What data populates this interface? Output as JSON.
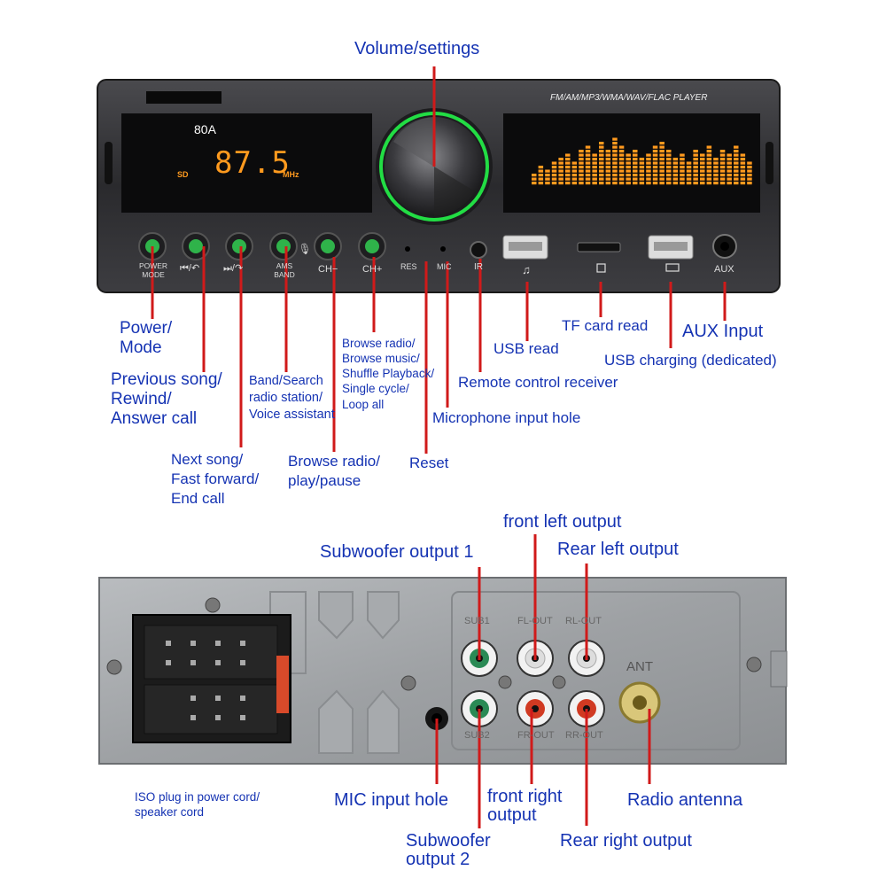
{
  "front": {
    "model": "80A",
    "display_freq": "87.5",
    "display_unit": "MHz",
    "display_source": "SD",
    "player_caption": "FM/AM/MP3/WMA/WAV/FLAC PLAYER",
    "buttons": [
      "POWER\nMODE",
      "⏮/",
      "⏭/",
      "AMS\nBAND",
      "CH−",
      "CH+"
    ],
    "btn_labels": {
      "power": "POWER",
      "mode": "MODE",
      "ams": "AMS",
      "band": "BAND",
      "chm": "CH−",
      "chp": "CH+",
      "res": "RES",
      "mic": "MIC",
      "ir": "IR",
      "aux": "AUX"
    },
    "callouts": {
      "volume": "Volume/settings",
      "power_1": "Power/",
      "power_2": "Mode",
      "prev_1": "Previous song/",
      "prev_2": "Rewind/",
      "prev_3": "Answer call",
      "band_1": "Band/Search",
      "band_2": "radio station/",
      "band_3": "Voice assistant",
      "browse_1": "Browse radio/",
      "browse_2": "Browse music/",
      "browse_3": "Shuffle Playback/",
      "browse_4": "Single cycle/",
      "browse_5": "Loop all",
      "next_1": "Next song/",
      "next_2": "Fast forward/",
      "next_3": "End call",
      "play_1": "Browse radio/",
      "play_2": "play/pause",
      "reset": "Reset",
      "mic": "Microphone input hole",
      "remote": "Remote control receiver",
      "usb": "USB read",
      "tf": "TF card read",
      "aux": "AUX Input",
      "usb_charge": "USB charging (dedicated)"
    }
  },
  "rear": {
    "jack_labels": {
      "sub1": "SUB1",
      "flout": "FL-OUT",
      "rlout": "RL-OUT",
      "sub2": "SUB2",
      "frout": "FR-OUT",
      "rrout": "RR-OUT",
      "ant": "ANT"
    },
    "callouts": {
      "front_left": "front left output",
      "sub1": "Subwoofer output 1",
      "rear_left": "Rear left output",
      "iso_1": "ISO plug in power cord/",
      "iso_2": "speaker cord",
      "mic": "MIC input hole",
      "front_right_1": "front right",
      "front_right_2": "output",
      "antenna": "Radio antenna",
      "sub2_1": "Subwoofer",
      "sub2_2": "output 2",
      "rear_right": "Rear right output"
    }
  },
  "colors": {
    "label": "#1533b3",
    "leader": "#d01a1a",
    "panel": "#2b2b2e",
    "display_orange": "#ff9a1e",
    "knob_ring": "#22dd44"
  }
}
